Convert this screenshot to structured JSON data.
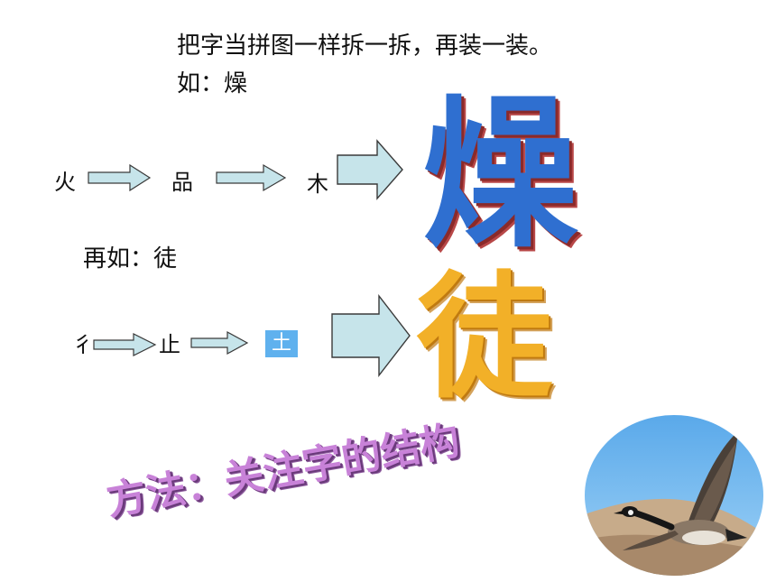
{
  "instruction": {
    "line1": "把字当拼图一样拆一拆，再装一装。",
    "line2": "如：燥"
  },
  "example1": {
    "parts": [
      "火",
      "品",
      "木"
    ],
    "result": "燥"
  },
  "example2": {
    "intro": "再如：徒",
    "parts": [
      "彳",
      "止",
      "土"
    ],
    "result": "徒"
  },
  "method": "方法：关注字的结构",
  "colors": {
    "arrow_fill": "#c6e4ea",
    "arrow_stroke": "#3a3a3a",
    "zao": "#2f6fd0",
    "tu": "#f2b028",
    "method": "#c882d8"
  },
  "image": {
    "icon": "flying-goose-image"
  }
}
